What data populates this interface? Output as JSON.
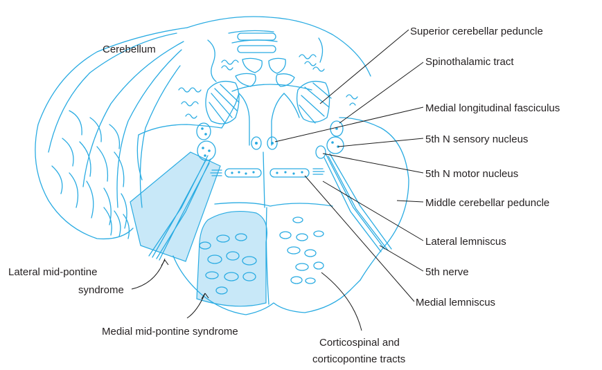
{
  "labels": {
    "cerebellum": "Cerebellum",
    "superior_cerebellar_peduncle": "Superior cerebellar peduncle",
    "spinothalamic_tract": "Spinothalamic tract",
    "medial_longitudinal_fasciculus": "Medial longitudinal fasciculus",
    "sensory_nucleus_5th": "5th N sensory nucleus",
    "motor_nucleus_5th": "5th N motor nucleus",
    "middle_cerebellar_peduncle": "Middle cerebellar peduncle",
    "lateral_lemniscus": "Lateral lemniscus",
    "nerve_5th": "5th nerve",
    "medial_lemniscus": "Medial lemniscus",
    "lateral_syndrome_line1": "Lateral mid-pontine",
    "lateral_syndrome_line2": "syndrome",
    "medial_syndrome": "Medial mid-pontine syndrome",
    "corticospinal_line1": "Corticospinal and",
    "corticospinal_line2": "corticopontine tracts"
  },
  "colors": {
    "line": "#29abe2",
    "lesion_fill": "#c8e8f8",
    "text": "#231f20"
  }
}
